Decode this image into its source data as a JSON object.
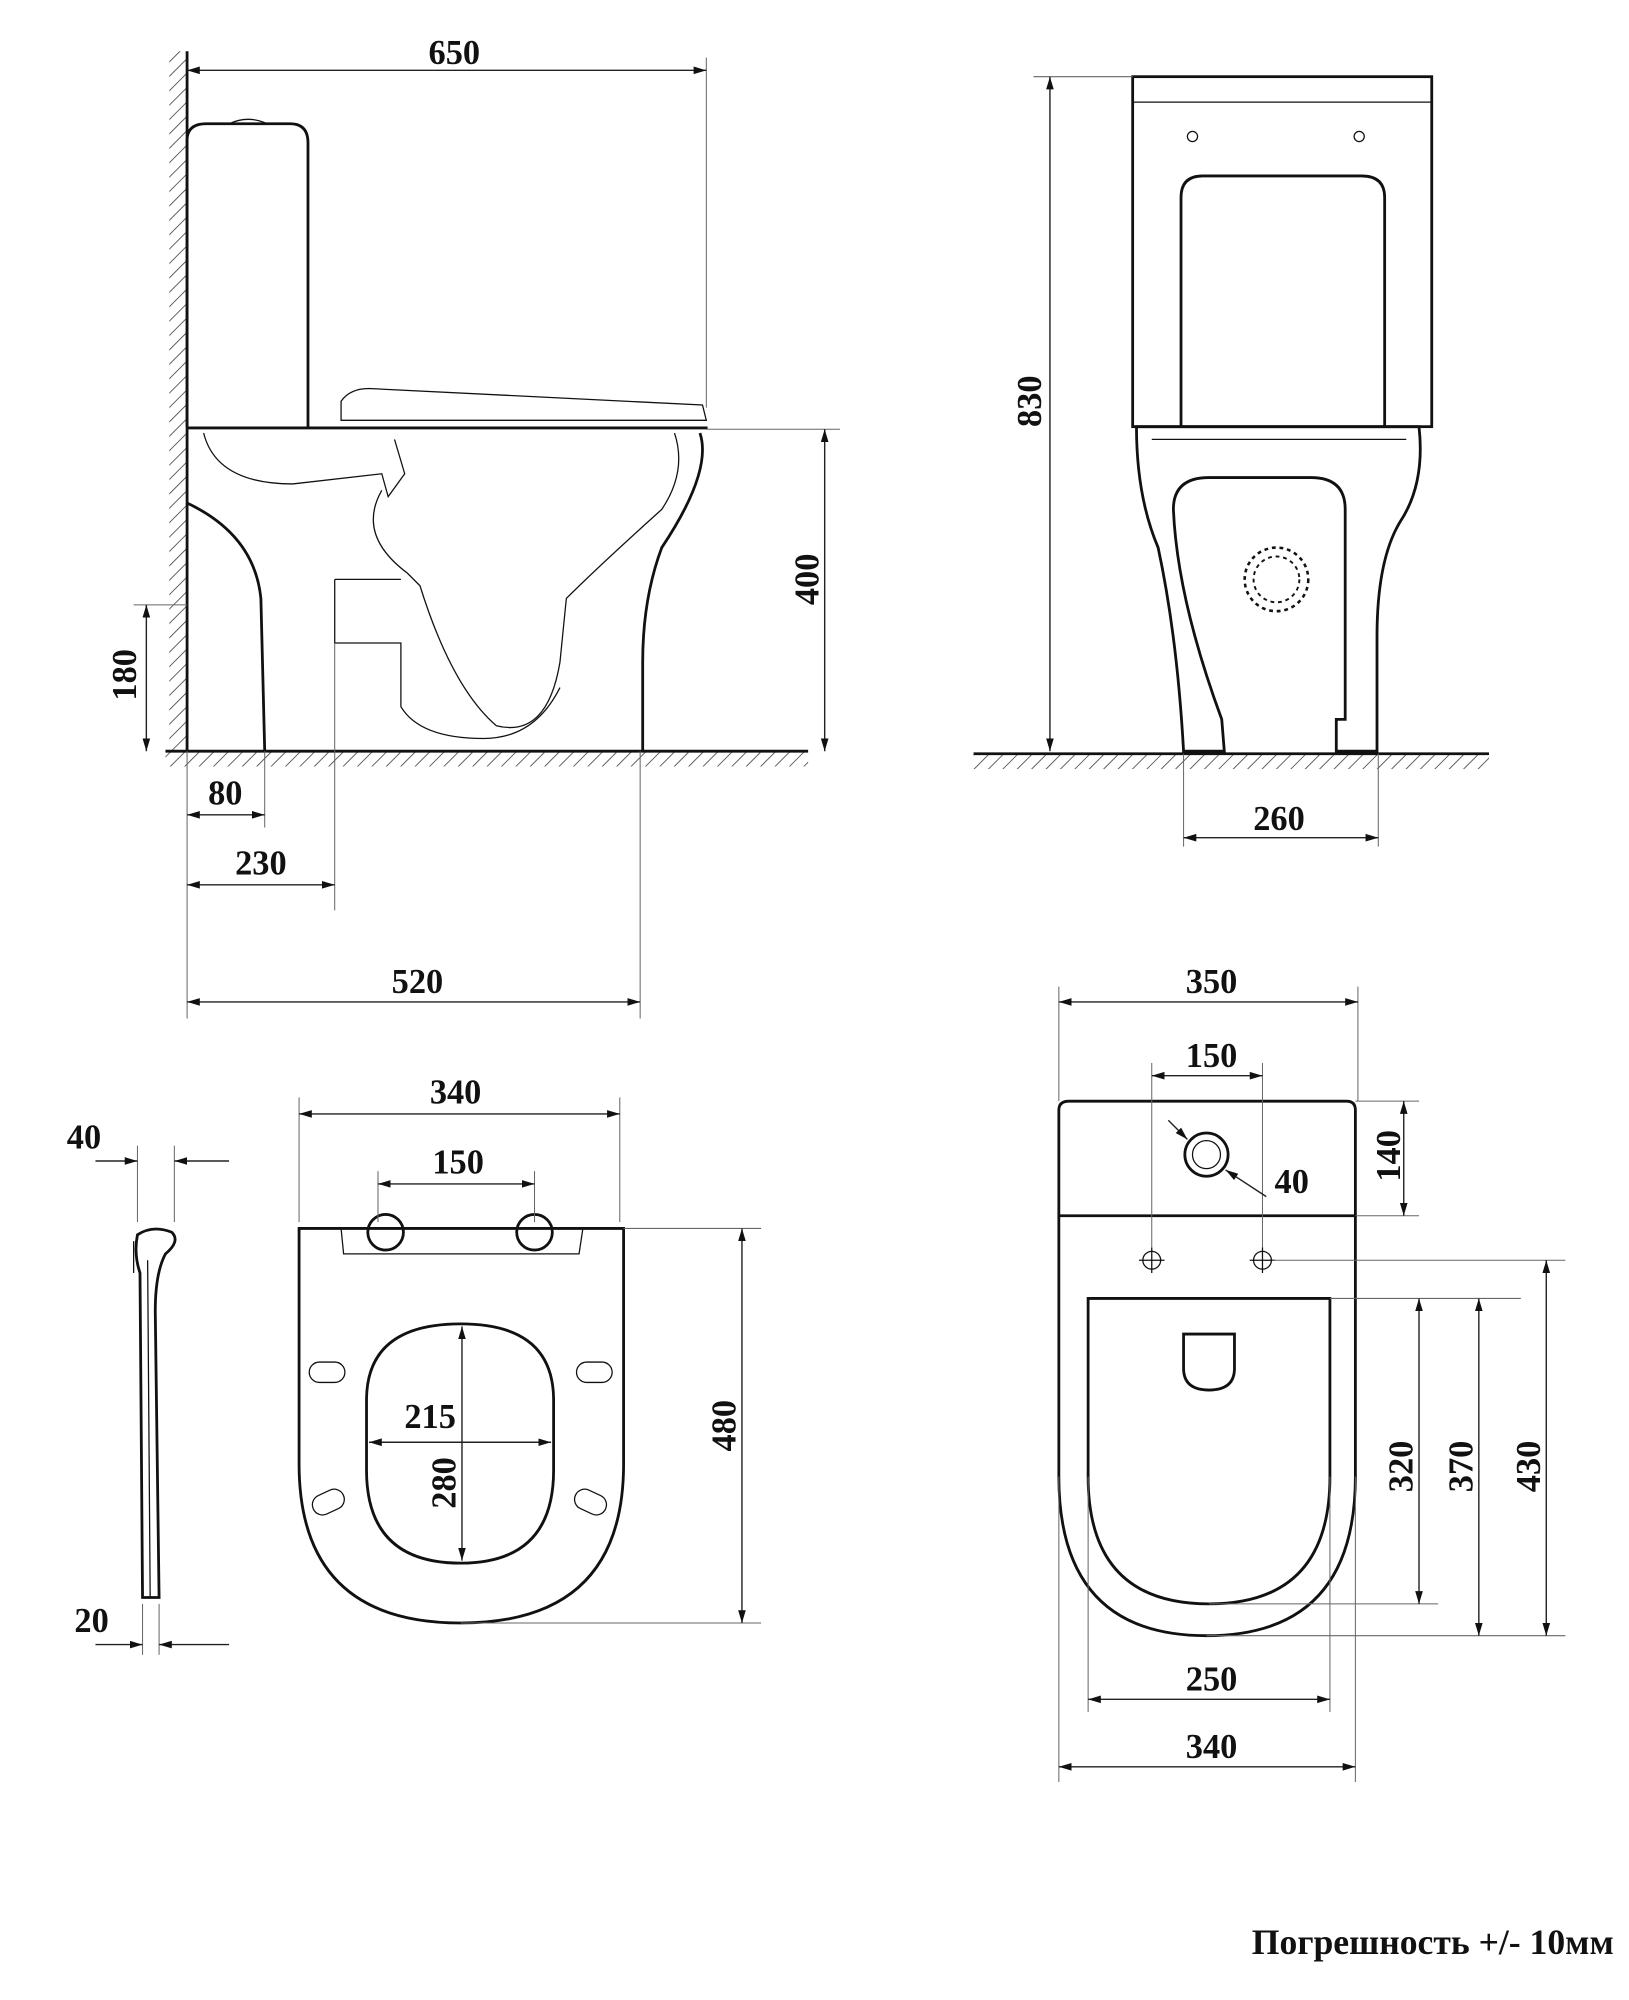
{
  "side_view": {
    "overall_length": "650",
    "bowl_height": "400",
    "outlet_height": "180",
    "base_front": "80",
    "outlet_offset": "230",
    "base_length": "520"
  },
  "front_view": {
    "total_height": "830",
    "foot_width": "260"
  },
  "seat_view": {
    "seat_width": "340",
    "hinge_spacing": "150",
    "seat_length": "480",
    "opening_width": "215",
    "opening_length": "280",
    "seat_thickness_top": "40",
    "seat_thickness_bottom": "20"
  },
  "top_view": {
    "tank_width": "350",
    "inlet_offset": "150",
    "tank_depth": "140",
    "inlet_diameter": "40",
    "dim_320": "320",
    "dim_370": "370",
    "dim_430": "430",
    "inner_width": "250",
    "bowl_width": "340"
  },
  "note": "Погрешность +/- 10мм"
}
